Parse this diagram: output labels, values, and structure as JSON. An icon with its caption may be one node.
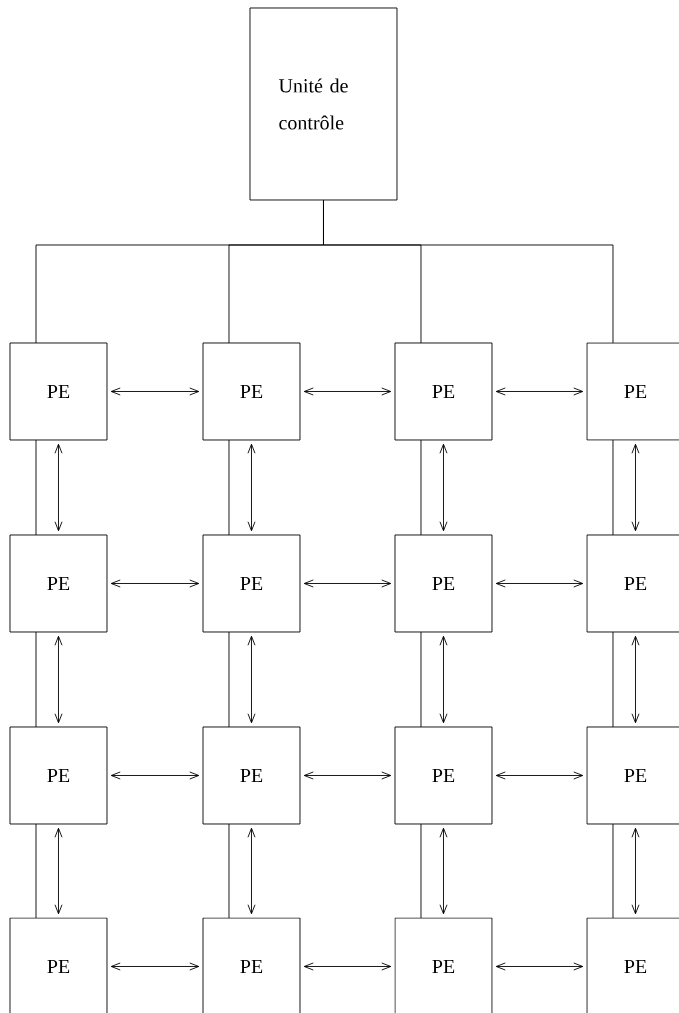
{
  "diagram": {
    "nodes": [
      {
        "text": [
          "Unité de contrôle"
        ]
      },
      {
        "text": [
          "PE"
        ]
      },
      {
        "text": [
          "PE"
        ]
      },
      {
        "text": [
          "PE"
        ]
      },
      {
        "text": [
          "PE"
        ]
      },
      {
        "text": [
          "PE"
        ]
      },
      {
        "text": [
          "PE"
        ]
      },
      {
        "text": [
          "PE"
        ]
      },
      {
        "text": [
          "PE"
        ]
      },
      {
        "text": [
          "PE"
        ]
      },
      {
        "text": [
          "PE"
        ]
      },
      {
        "text": [
          "PE"
        ]
      },
      {
        "text": [
          "PE"
        ]
      },
      {
        "text": [
          "PE"
        ]
      },
      {
        "text": [
          "PE"
        ]
      },
      {
        "text": [
          "PE"
        ]
      },
      {
        "text": [
          "PE"
        ]
      }
    ],
    "edges": [
      {
        "from": 0,
        "to": 1,
        "arrow": "none"
      },
      {
        "from": 0,
        "to": 2,
        "arrow": "none"
      },
      {
        "from": 0,
        "to": 3,
        "arrow": "none"
      },
      {
        "from": 0,
        "to": 4,
        "arrow": "none"
      },
      {
        "from": 1,
        "to": 2,
        "arrow": "both"
      },
      {
        "from": 2,
        "to": 3,
        "arrow": "both"
      },
      {
        "from": 3,
        "to": 4,
        "arrow": "both"
      },
      {
        "from": 5,
        "to": 6,
        "arrow": "both"
      },
      {
        "from": 6,
        "to": 7,
        "arrow": "both"
      },
      {
        "from": 7,
        "to": 8,
        "arrow": "both"
      },
      {
        "from": 9,
        "to": 10,
        "arrow": "both"
      },
      {
        "from": 10,
        "to": 11,
        "arrow": "both"
      },
      {
        "from": 11,
        "to": 12,
        "arrow": "both"
      },
      {
        "from": 13,
        "to": 14,
        "arrow": "both"
      },
      {
        "from": 14,
        "to": 15,
        "arrow": "both"
      },
      {
        "from": 15,
        "to": 16,
        "arrow": "both"
      },
      {
        "from": 1,
        "to": 5,
        "arrow": "both"
      },
      {
        "from": 2,
        "to": 6,
        "arrow": "both"
      },
      {
        "from": 3,
        "to": 7,
        "arrow": "both"
      },
      {
        "from": 4,
        "to": 8,
        "arrow": "both"
      },
      {
        "from": 5,
        "to": 9,
        "arrow": "both"
      },
      {
        "from": 6,
        "to": 10,
        "arrow": "both"
      },
      {
        "from": 7,
        "to": 11,
        "arrow": "both"
      },
      {
        "from": 8,
        "to": 12,
        "arrow": "both"
      },
      {
        "from": 9,
        "to": 13,
        "arrow": "both"
      },
      {
        "from": 10,
        "to": 14,
        "arrow": "both"
      },
      {
        "from": 11,
        "to": 15,
        "arrow": "both"
      },
      {
        "from": 12,
        "to": 16,
        "arrow": "both"
      },
      {
        "from": 1,
        "to": 5,
        "arrow": "none"
      },
      {
        "from": 2,
        "to": 6,
        "arrow": "none"
      },
      {
        "from": 3,
        "to": 7,
        "arrow": "none"
      },
      {
        "from": 4,
        "to": 8,
        "arrow": "none"
      },
      {
        "from": 5,
        "to": 9,
        "arrow": "none"
      },
      {
        "from": 6,
        "to": 10,
        "arrow": "none"
      },
      {
        "from": 7,
        "to": 11,
        "arrow": "none"
      },
      {
        "from": 8,
        "to": 12,
        "arrow": "none"
      },
      {
        "from": 9,
        "to": 13,
        "arrow": "none"
      },
      {
        "from": 10,
        "to": 14,
        "arrow": "none"
      },
      {
        "from": 11,
        "to": 15,
        "arrow": "none"
      },
      {
        "from": 12,
        "to": 16,
        "arrow": "none"
      }
    ]
  }
}
